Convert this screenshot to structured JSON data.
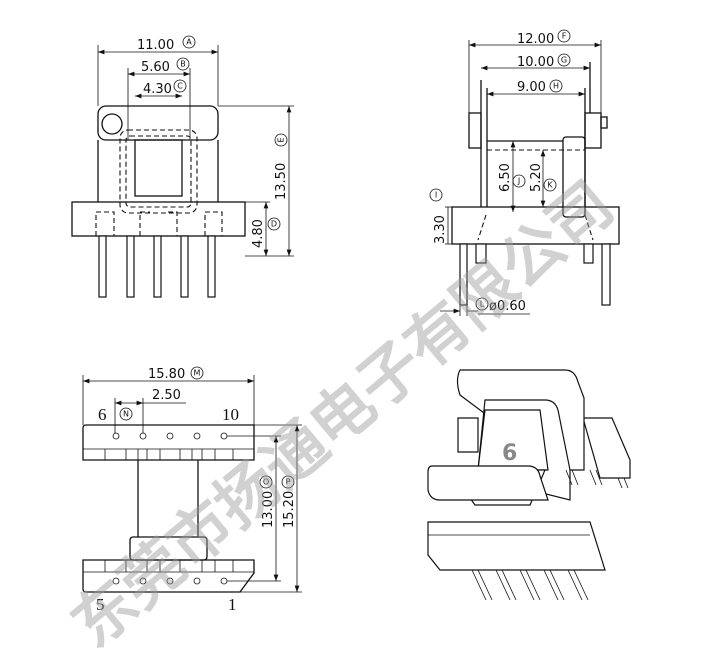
{
  "front_view": {
    "dims": [
      {
        "value": "11.00",
        "ref": "A"
      },
      {
        "value": "5.60",
        "ref": "B"
      },
      {
        "value": "4.30",
        "ref": "C"
      },
      {
        "value": "13.50",
        "ref": "E"
      },
      {
        "value": "4.80",
        "ref": "D"
      }
    ]
  },
  "side_view": {
    "dims": [
      {
        "value": "12.00",
        "ref": "F"
      },
      {
        "value": "10.00",
        "ref": "G"
      },
      {
        "value": "9.00",
        "ref": "H"
      },
      {
        "value": "6.50",
        "ref": "J"
      },
      {
        "value": "5.20",
        "ref": "K"
      },
      {
        "value": "3.30",
        "ref": "I"
      },
      {
        "value": "ø0.60",
        "ref": "L"
      }
    ]
  },
  "bottom_view": {
    "dims": [
      {
        "value": "15.80",
        "ref": "M"
      },
      {
        "value": "2.50",
        "ref": "N"
      },
      {
        "value": "13.00",
        "ref": "O"
      },
      {
        "value": "15.20",
        "ref": "P"
      }
    ],
    "pin_labels": {
      "top_left": "6",
      "top_right": "10",
      "bottom_left": "5",
      "bottom_right": "1"
    }
  },
  "iso_view": {
    "label": "6"
  },
  "watermark": "东莞市扬通电子有限公司"
}
